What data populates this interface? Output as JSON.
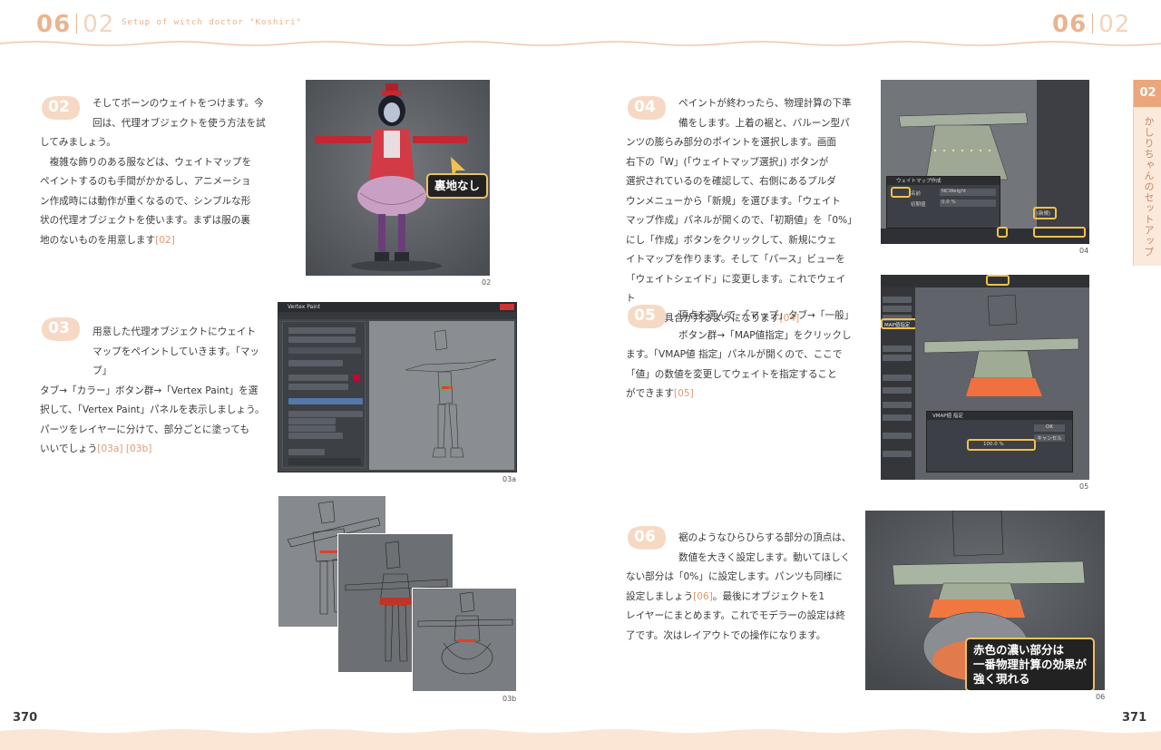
{
  "header": {
    "left_num": "06",
    "left_sub": "02",
    "title": "Setup of witch doctor \"Koshiri\"",
    "right_num": "06",
    "right_sub": "02"
  },
  "side_tab": {
    "num": "02",
    "label": "かしりちゃんのセットアップ"
  },
  "steps": [
    {
      "num": "02",
      "lines": [
        "そしてボーンのウェイトをつけます。今",
        "回は、代理オブジェクトを使う方法を試",
        "してみましょう。",
        "　複雑な飾りのある服などは、ウェイトマップを",
        "ペイントするのも手間がかかるし、アニメーショ",
        "ン作成時には動作が重くなるので、シンプルな形",
        "状の代理オブジェクトを使います。まずは服の裏",
        "地のないものを用意します"
      ],
      "ref": "[02]"
    },
    {
      "num": "03",
      "lines": [
        "用意した代理オブジェクトにウェイト",
        "マップをペイントしていきます。「マップ」",
        "タブ→「カラー」ボタン群→「Vertex Paint」を選",
        "択して、「Vertex Paint」パネルを表示しましょう。",
        "パーツをレイヤーに分けて、部分ごとに塗っても",
        "いいでしょう"
      ],
      "ref": "[03a] [03b]"
    },
    {
      "num": "04",
      "lines": [
        "ペイントが終わったら、物理計算の下準",
        "備をします。上着の裾と、バルーン型パ",
        "ンツの膨らみ部分のポイントを選択します。画面",
        "右下の「W」(「ウェイトマップ選択」) ボタンが",
        "選択されているのを確認して、右側にあるプルダ",
        "ウンメニューから「新規」を選びます。「ウェイト",
        "マップ作成」パネルが開くので、「初期値」を「0%」",
        "にし「作成」ボタンをクリックして、新規にウェ",
        "イトマップを作ります。そして「パース」ビューを",
        "「ウェイトシェイド」に変更します。これでウェイト",
        "トのつき具合が判るようになります"
      ],
      "ref": "[04]"
    },
    {
      "num": "05",
      "lines": [
        "頂点を選んで、「マップ」タブ→「一般」",
        "ボタン群→「MAP値指定」をクリックし",
        "ます。「VMAP値 指定」パネルが開くので、ここで",
        "「値」の数値を変更してウェイトを指定すること",
        "ができます"
      ],
      "ref": "[05]"
    },
    {
      "num": "06",
      "lines": [
        "裾のようなひらひらする部分の頂点は、",
        "数値を大きく設定します。動いてほしく",
        "ない部分は「0%」に設定します。パンツも同様に",
        "設定しましょう",
        "レイヤーにまとめます。これでモデラーの設定は終",
        "了です。次はレイアウトでの操作になります。"
      ],
      "ref": "[06]",
      "ref_after": "。最後にオブジェクトを1"
    }
  ],
  "figures": {
    "f02": {
      "caption": "02",
      "callout": "裏地なし"
    },
    "f03a": {
      "caption": "03a",
      "window_title": "Vertex Paint"
    },
    "f03b": {
      "caption": "03b"
    },
    "f04": {
      "caption": "04",
      "panel_title": "ウェイトマップ作成",
      "field_name": "名前",
      "field_name_val": "NCWeight",
      "field_init": "初期値",
      "field_init_val": "0.0 %",
      "btn_new": "(新規)"
    },
    "f05": {
      "caption": "05",
      "panel_title": "VMAP値 指定",
      "btn_ok": "OK",
      "btn_cancel": "キャンセル",
      "field_val": "100.0 %",
      "menu_hl": "MAP値指定"
    },
    "f06": {
      "caption": "06",
      "callout_lines": [
        "赤色の濃い部分は",
        "一番物理計算の効果が",
        "強く現れる"
      ]
    }
  },
  "page_left": "370",
  "page_right": "371",
  "colors": {
    "accent": "#eab48f",
    "badge": "#f6d9c4",
    "highlight": "#f2c14e"
  }
}
